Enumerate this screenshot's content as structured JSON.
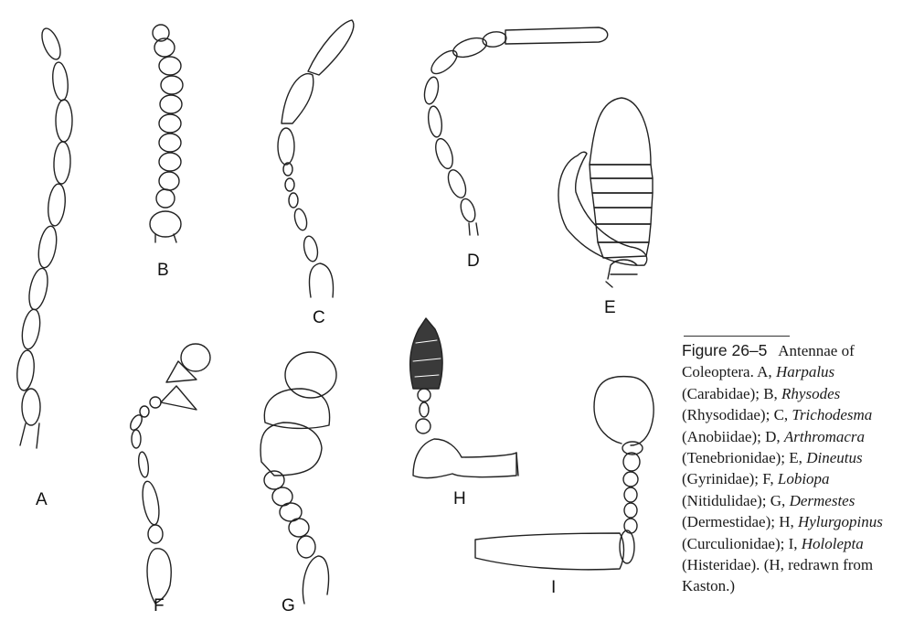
{
  "panels": {
    "A": "A",
    "B": "B",
    "C": "C",
    "D": "D",
    "E": "E",
    "F": "F",
    "G": "G",
    "H": "H",
    "I": "I"
  },
  "caption": {
    "figure_number": "Figure 26–5",
    "title": "Antennae of Coleoptera.",
    "entries": [
      {
        "panel": "A,",
        "genus": "Harpalus",
        "family": "(Carabidae);"
      },
      {
        "panel": "B,",
        "genus": "Rhysodes",
        "family": "(Rhysodidae);"
      },
      {
        "panel": "C,",
        "genus": "Trichodesma",
        "family": "(Anobiidae);"
      },
      {
        "panel": "D,",
        "genus": "Arthromacra",
        "family": "(Tenebrionidae);"
      },
      {
        "panel": "E,",
        "genus": "Dineutus",
        "family": "(Gyrinidae);"
      },
      {
        "panel": "F,",
        "genus": "Lobiopa",
        "family": "(Nitidulidae);"
      },
      {
        "panel": "G,",
        "genus": "Dermestes",
        "family": "(Dermestidae);"
      },
      {
        "panel": "H,",
        "genus": "Hylurgopinus",
        "family": "(Curculionidae);"
      },
      {
        "panel": "I,",
        "genus": "Hololepta",
        "family": "(Histeridae)."
      }
    ],
    "note": "(H, redrawn from Kaston.)"
  }
}
